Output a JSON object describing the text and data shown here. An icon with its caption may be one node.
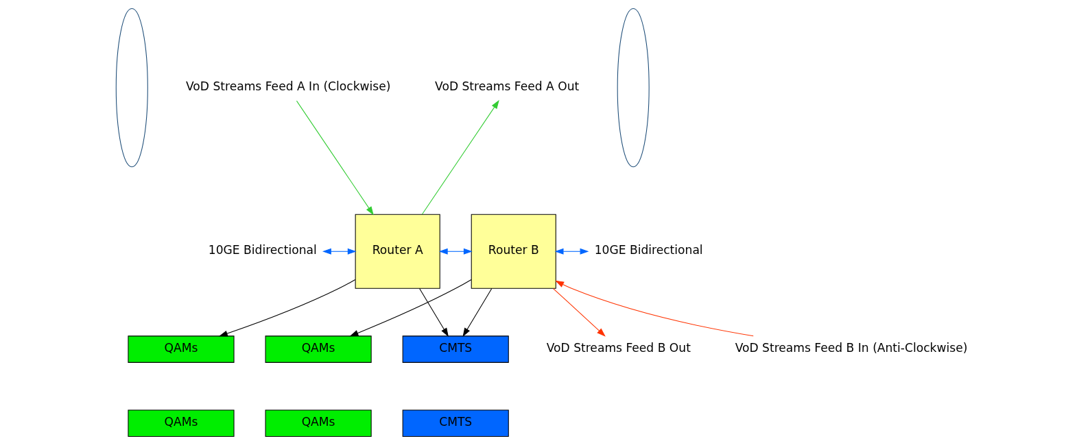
{
  "diagram": {
    "nodes": [
      {
        "text": [
          "VoD Streams Feed A In (Clockwise)"
        ]
      },
      {
        "text": [
          "VoD Streams Feed A Out"
        ]
      },
      {
        "text": [
          "10GE Bidirectional"
        ]
      },
      {
        "text": [
          "Router A"
        ]
      },
      {
        "text": [
          "Router B"
        ]
      },
      {
        "text": [
          "10GE Bidirectional"
        ]
      },
      {
        "text": [
          "VoD Streams Feed B Out"
        ]
      },
      {
        "text": [
          "VoD Streams Feed B In (Anti-Clockwise)"
        ]
      },
      {
        "text": [
          "QAMs"
        ]
      },
      {
        "text": [
          "QAMs"
        ]
      },
      {
        "text": [
          "QAMs"
        ]
      },
      {
        "text": [
          "QAMs"
        ]
      },
      {
        "text": [
          "CMTS"
        ]
      },
      {
        "text": [
          "CMTS"
        ]
      },
      {
        "text": [],
        "shape": "ellipse"
      },
      {
        "text": [],
        "shape": "ellipse"
      }
    ],
    "edges": [
      {
        "from": 0,
        "to": 3,
        "arrow": "to",
        "color": "#33cc33"
      },
      {
        "from": 3,
        "to": 1,
        "arrow": "to",
        "color": "#33cc33"
      },
      {
        "from": 2,
        "to": 3,
        "arrow": "both",
        "color": "#0066ff"
      },
      {
        "from": 3,
        "to": 4,
        "arrow": "both",
        "color": "#0066ff"
      },
      {
        "from": 4,
        "to": 5,
        "arrow": "both",
        "color": "#0066ff"
      },
      {
        "from": 4,
        "to": 6,
        "arrow": "to",
        "color": "#ff3300"
      },
      {
        "from": 7,
        "to": 4,
        "arrow": "to",
        "color": "#ff3300"
      },
      {
        "from": 3,
        "to": 8,
        "arrow": "to"
      },
      {
        "from": 3,
        "to": 12,
        "arrow": "to"
      },
      {
        "from": 4,
        "to": 9,
        "arrow": "to"
      },
      {
        "from": 4,
        "to": 12,
        "arrow": "to"
      }
    ]
  }
}
